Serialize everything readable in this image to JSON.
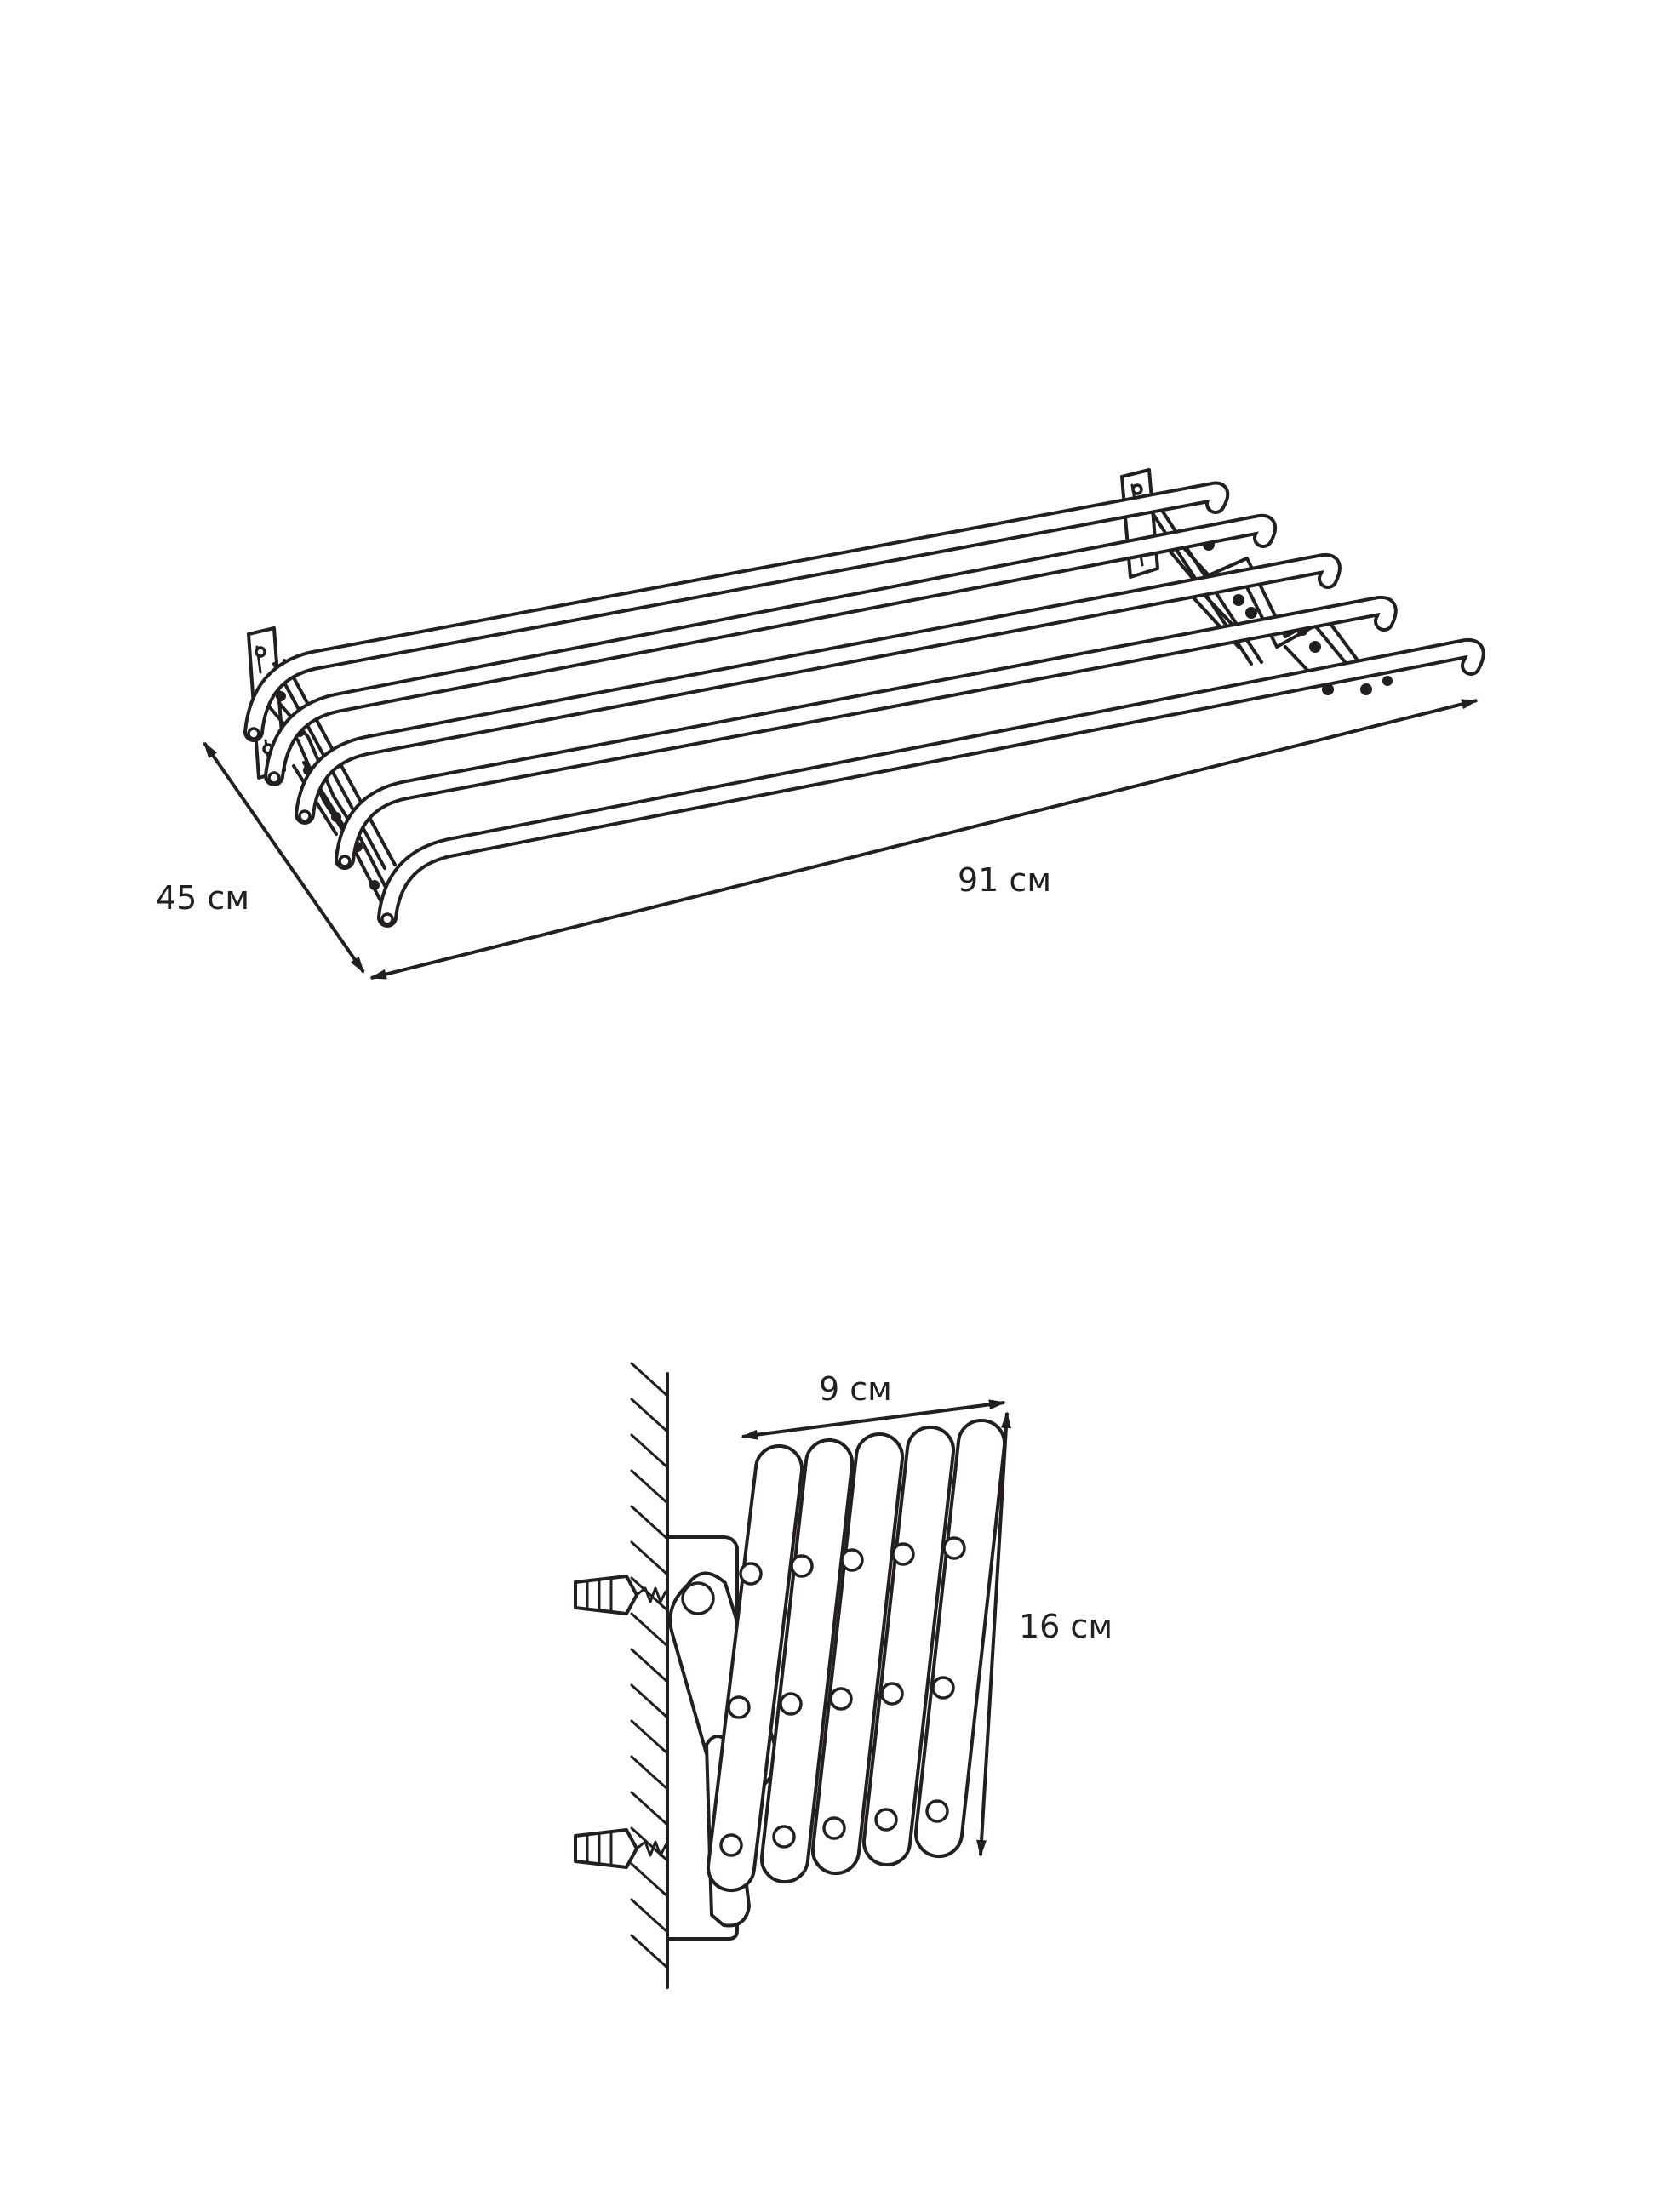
{
  "drawing_top": {
    "length_label": "91 см",
    "depth_label": "45 см"
  },
  "drawing_bottom": {
    "width_label": "9 см",
    "height_label": "16 см"
  },
  "colors": {
    "line": "#231f20",
    "background": "#ffffff"
  }
}
